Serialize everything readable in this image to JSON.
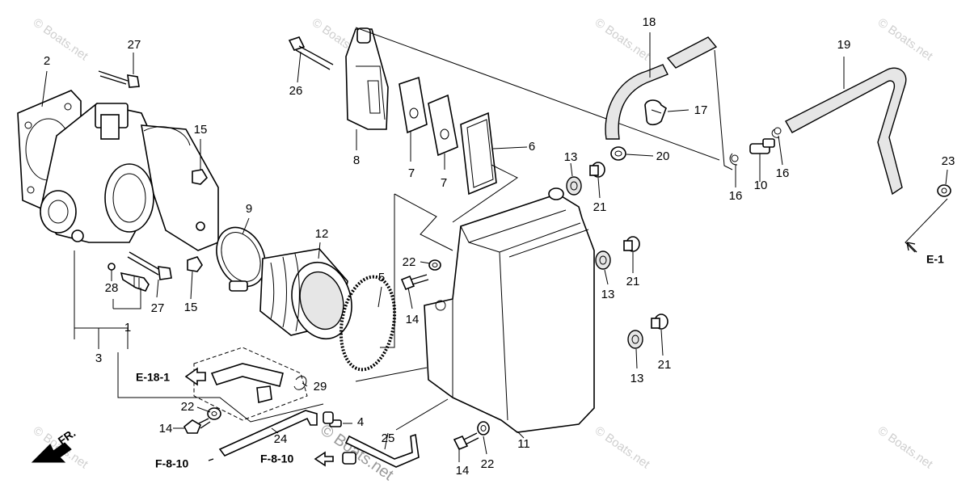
{
  "watermark": {
    "text": "© Boats.net"
  },
  "callouts": [
    {
      "id": "c2",
      "text": "2"
    },
    {
      "id": "c27a",
      "text": "27"
    },
    {
      "id": "c26",
      "text": "26"
    },
    {
      "id": "c8",
      "text": "8"
    },
    {
      "id": "c7a",
      "text": "7"
    },
    {
      "id": "c7b",
      "text": "7"
    },
    {
      "id": "c6",
      "text": "6"
    },
    {
      "id": "c18",
      "text": "18"
    },
    {
      "id": "c17",
      "text": "17"
    },
    {
      "id": "c20",
      "text": "20"
    },
    {
      "id": "c19",
      "text": "19"
    },
    {
      "id": "c16a",
      "text": "16"
    },
    {
      "id": "c16b",
      "text": "16"
    },
    {
      "id": "c10",
      "text": "10"
    },
    {
      "id": "c23",
      "text": "23"
    },
    {
      "id": "c15a",
      "text": "15"
    },
    {
      "id": "c15b",
      "text": "15"
    },
    {
      "id": "c9",
      "text": "9"
    },
    {
      "id": "c12",
      "text": "12"
    },
    {
      "id": "c5",
      "text": "5"
    },
    {
      "id": "c13a",
      "text": "13"
    },
    {
      "id": "c13b",
      "text": "13"
    },
    {
      "id": "c13c",
      "text": "13"
    },
    {
      "id": "c21a",
      "text": "21"
    },
    {
      "id": "c21b",
      "text": "21"
    },
    {
      "id": "c21c",
      "text": "21"
    },
    {
      "id": "c22a",
      "text": "22"
    },
    {
      "id": "c22b",
      "text": "22"
    },
    {
      "id": "c22c",
      "text": "22"
    },
    {
      "id": "c14a",
      "text": "14"
    },
    {
      "id": "c14b",
      "text": "14"
    },
    {
      "id": "c14c",
      "text": "14"
    },
    {
      "id": "c28",
      "text": "28"
    },
    {
      "id": "c27b",
      "text": "27"
    },
    {
      "id": "c1",
      "text": "1"
    },
    {
      "id": "c3",
      "text": "3"
    },
    {
      "id": "c29",
      "text": "29"
    },
    {
      "id": "c4",
      "text": "4"
    },
    {
      "id": "c24",
      "text": "24"
    },
    {
      "id": "c25",
      "text": "25"
    },
    {
      "id": "c11",
      "text": "11"
    }
  ],
  "references": {
    "e1": "E-1",
    "e18_1": "E-18-1",
    "f8_10_left": "F-8-10",
    "f8_10_mid": "F-8-10",
    "front": "FR."
  }
}
